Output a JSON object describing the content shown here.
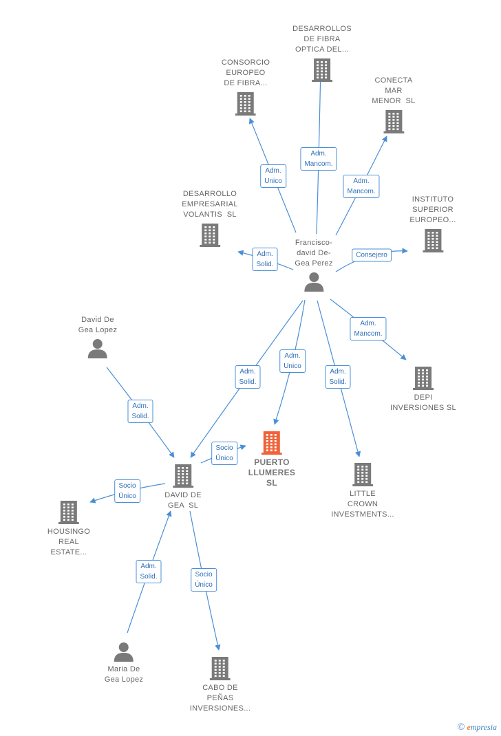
{
  "colors": {
    "edge": "#4a8fd6",
    "node_icon": "#7a7a7a",
    "main_icon": "#f0633a",
    "label_text": "#666666"
  },
  "nodes": [
    {
      "id": "desarrollos_fibra",
      "kind": "company",
      "label": "DESARROLLOS\nDE FIBRA\nOPTICA DEL...",
      "icon": "building-icon"
    },
    {
      "id": "consorcio",
      "kind": "company",
      "label": "CONSORCIO\nEUROPEO\nDE FIBRA...",
      "icon": "building-icon"
    },
    {
      "id": "conecta",
      "kind": "company",
      "label": "CONECTA\nMAR\nMENOR  SL",
      "icon": "building-icon"
    },
    {
      "id": "desarrollo_volantis",
      "kind": "company",
      "label": "DESARROLLO\nEMPRESARIAL\nVOLANTIS  SL",
      "icon": "building-icon"
    },
    {
      "id": "instituto",
      "kind": "company",
      "label": "INSTITUTO\nSUPERIOR\nEUROPEO...",
      "icon": "building-icon"
    },
    {
      "id": "francisco",
      "kind": "person",
      "label": "Francisco-\ndavid De-\nGea Perez",
      "icon": "person-icon"
    },
    {
      "id": "david_lopez",
      "kind": "person",
      "label": "David De\nGea Lopez",
      "icon": "person-icon"
    },
    {
      "id": "depi",
      "kind": "company",
      "label": "DEPI\nINVERSIONES SL",
      "icon": "building-icon"
    },
    {
      "id": "puerto",
      "kind": "main",
      "label": "PUERTO\nLLUMERES\nSL",
      "icon": "building-icon"
    },
    {
      "id": "david_gea_sl",
      "kind": "company",
      "label": "DAVID DE\nGEA  SL",
      "icon": "building-icon"
    },
    {
      "id": "little_crown",
      "kind": "company",
      "label": "LITTLE\nCROWN\nINVESTMENTS...",
      "icon": "building-icon"
    },
    {
      "id": "housingo",
      "kind": "company",
      "label": "HOUSINGO\nREAL\nESTATE...",
      "icon": "building-icon"
    },
    {
      "id": "maria",
      "kind": "person",
      "label": "Maria De\nGea Lopez",
      "icon": "person-icon"
    },
    {
      "id": "cabo",
      "kind": "company",
      "label": "CABO DE\nPEÑAS\nINVERSIONES...",
      "icon": "building-icon"
    }
  ],
  "edges": [
    {
      "id": "e1",
      "from": "francisco",
      "to": "desarrollos_fibra",
      "label": "Adm.\nMancom."
    },
    {
      "id": "e2",
      "from": "francisco",
      "to": "consorcio",
      "label": "Adm.\nUnico"
    },
    {
      "id": "e3",
      "from": "francisco",
      "to": "conecta",
      "label": "Adm.\nMancom."
    },
    {
      "id": "e4",
      "from": "francisco",
      "to": "desarrollo_volantis",
      "label": "Adm.\nSolid."
    },
    {
      "id": "e5",
      "from": "francisco",
      "to": "instituto",
      "label": "Consejero"
    },
    {
      "id": "e6",
      "from": "francisco",
      "to": "depi",
      "label": "Adm.\nMancom."
    },
    {
      "id": "e7",
      "from": "francisco",
      "to": "puerto",
      "label": "Adm.\nUnico"
    },
    {
      "id": "e8",
      "from": "francisco",
      "to": "david_gea_sl",
      "label": "Adm.\nSolid."
    },
    {
      "id": "e9",
      "from": "francisco",
      "to": "little_crown",
      "label": "Adm.\nSolid."
    },
    {
      "id": "e10",
      "from": "david_lopez",
      "to": "david_gea_sl",
      "label": "Adm.\nSolid."
    },
    {
      "id": "e11",
      "from": "david_gea_sl",
      "to": "puerto",
      "label": "Socio\nÚnico"
    },
    {
      "id": "e12",
      "from": "david_gea_sl",
      "to": "housingo",
      "label": "Socio\nÚnico"
    },
    {
      "id": "e13",
      "from": "maria",
      "to": "david_gea_sl",
      "label": "Adm.\nSolid."
    },
    {
      "id": "e14",
      "from": "david_gea_sl",
      "to": "cabo",
      "label": "Socio\nÚnico"
    }
  ],
  "watermark": {
    "copyright": "©",
    "brand_initial": "e",
    "brand_rest": "mpresia"
  }
}
